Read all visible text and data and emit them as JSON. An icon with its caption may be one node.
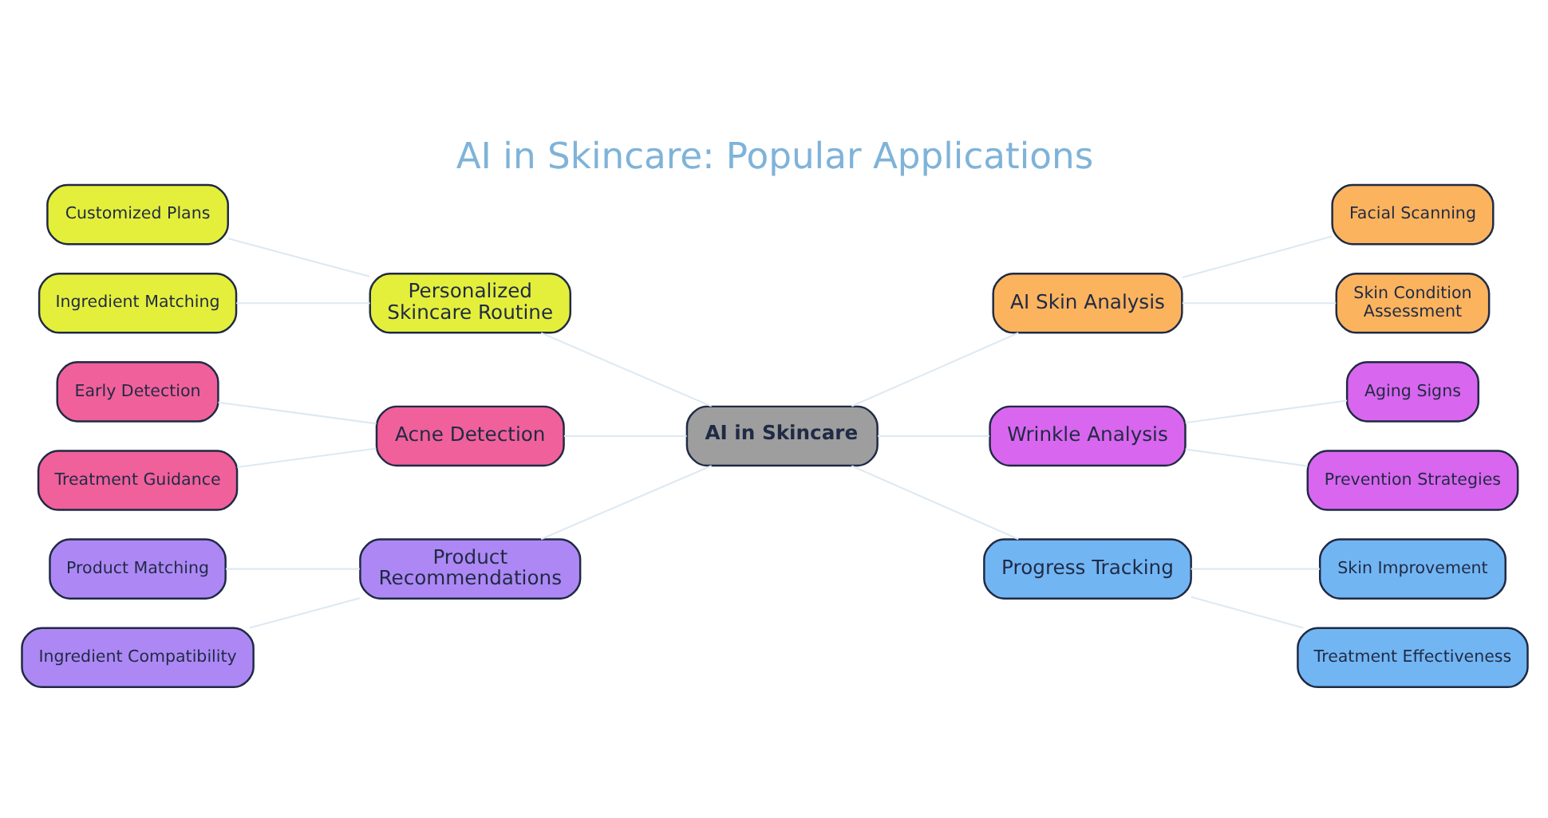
{
  "diagram": {
    "title": "AI in Skincare: Popular Applications",
    "nodes": [
      {
        "text": [
          "AI in Skincare"
        ]
      },
      {
        "text": [
          "Personalized Skincare Routine"
        ]
      },
      {
        "text": [
          "Customized Plans"
        ]
      },
      {
        "text": [
          "Ingredient Matching"
        ]
      },
      {
        "text": [
          "Acne Detection"
        ]
      },
      {
        "text": [
          "Early Detection"
        ]
      },
      {
        "text": [
          "Treatment Guidance"
        ]
      },
      {
        "text": [
          "Product Recommendations"
        ]
      },
      {
        "text": [
          "Product Matching"
        ]
      },
      {
        "text": [
          "Ingredient Compatibility"
        ]
      },
      {
        "text": [
          "AI Skin Analysis"
        ]
      },
      {
        "text": [
          "Facial Scanning"
        ]
      },
      {
        "text": [
          "Skin Condition Assessment"
        ]
      },
      {
        "text": [
          "Wrinkle Analysis"
        ]
      },
      {
        "text": [
          "Aging Signs"
        ]
      },
      {
        "text": [
          "Prevention Strategies"
        ]
      },
      {
        "text": [
          "Progress Tracking"
        ]
      },
      {
        "text": [
          "Skin Improvement"
        ]
      },
      {
        "text": [
          "Treatment Effectiveness"
        ]
      }
    ],
    "edges": [
      {
        "from": 2,
        "to": 1,
        "arrow": "none"
      },
      {
        "from": 3,
        "to": 1,
        "arrow": "none"
      },
      {
        "from": 5,
        "to": 4,
        "arrow": "none"
      },
      {
        "from": 6,
        "to": 4,
        "arrow": "none"
      },
      {
        "from": 8,
        "to": 7,
        "arrow": "none"
      },
      {
        "from": 9,
        "to": 7,
        "arrow": "none"
      },
      {
        "from": 1,
        "to": 0,
        "arrow": "none"
      },
      {
        "from": 4,
        "to": 0,
        "arrow": "none"
      },
      {
        "from": 7,
        "to": 0,
        "arrow": "none"
      },
      {
        "from": 0,
        "to": 10,
        "arrow": "none"
      },
      {
        "from": 0,
        "to": 13,
        "arrow": "none"
      },
      {
        "from": 0,
        "to": 16,
        "arrow": "none"
      },
      {
        "from": 10,
        "to": 11,
        "arrow": "none"
      },
      {
        "from": 10,
        "to": 12,
        "arrow": "none"
      },
      {
        "from": 13,
        "to": 14,
        "arrow": "none"
      },
      {
        "from": 13,
        "to": 15,
        "arrow": "none"
      },
      {
        "from": 16,
        "to": 17,
        "arrow": "none"
      },
      {
        "from": 16,
        "to": 18,
        "arrow": "none"
      }
    ]
  }
}
